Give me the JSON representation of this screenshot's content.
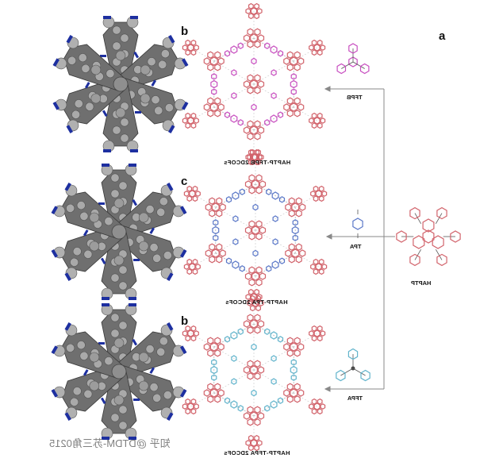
{
  "panels": {
    "a": "a",
    "b1": "b",
    "c": "c",
    "b2": "b"
  },
  "molecules": {
    "core": "HAPTP",
    "linker_top": "TFPB",
    "linker_mid": "TPA",
    "linker_bottom": "TFPA"
  },
  "cofs": {
    "top": "HAPTP-TFPB 2DCOFs",
    "mid": "HAPTP-TPA 2DCOFs",
    "bottom": "HAPTP-TFPA 2DCOFs"
  },
  "watermark": "知乎 @DTDM-苏三角0215",
  "colors": {
    "core": "#d2646c",
    "tfpb": "#c84fc0",
    "tpa": "#5b78c8",
    "tfpa": "#62b4cc",
    "model_gray": "#8a8a8a",
    "model_blue": "#1d2fa0"
  }
}
